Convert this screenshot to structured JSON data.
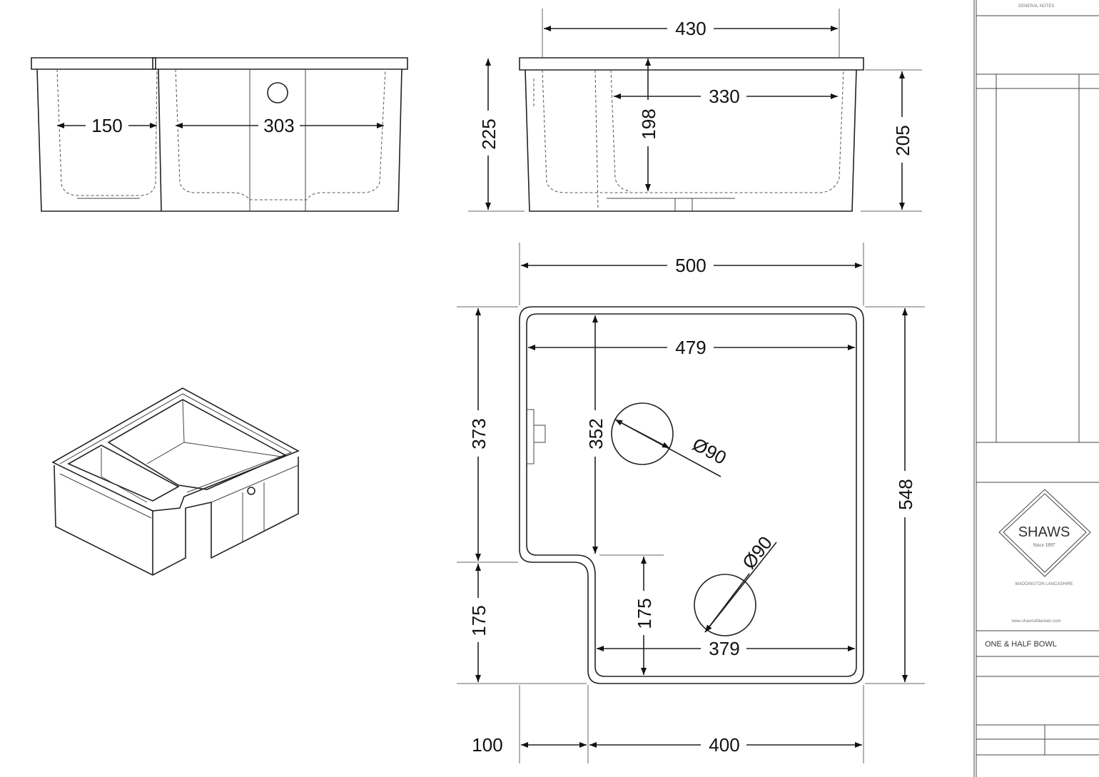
{
  "dimensions": {
    "front_left_width": "150",
    "front_right_width": "303",
    "side_overall_width": "430",
    "side_inner_width": "330",
    "side_overall_height": "225",
    "side_bowl_depth": "198",
    "side_right_height": "205",
    "plan_overall_width": "500",
    "plan_inner_width": "479",
    "plan_upper_height": "373",
    "plan_inner_upper_height": "352",
    "plan_overall_depth": "548",
    "plan_lower_height": "175",
    "plan_inner_lower_height": "175",
    "plan_lower_inner_width": "379",
    "plan_offset": "100",
    "plan_lower_width": "400",
    "waste_diameter_1": "Ø90",
    "waste_diameter_2": "Ø90"
  },
  "title_block": {
    "header": "GENERAL NOTES",
    "brand": "SHAWS",
    "since": "Since 1897",
    "location": "WADDINGTON LANCASHIRE",
    "website": "www.shawsofdarwen.com",
    "product_title": "ONE & HALF BOWL"
  }
}
